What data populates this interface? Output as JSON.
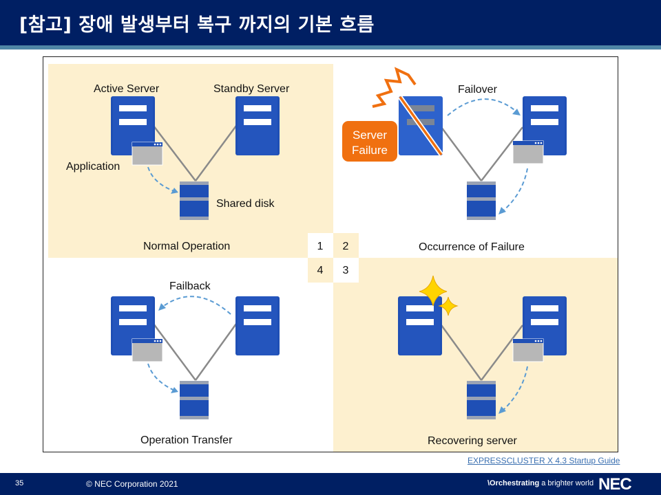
{
  "header": {
    "title": "[참고] 장애 발생부터 복구 까지의 기본 흐름"
  },
  "panels": {
    "p1": {
      "caption": "Normal Operation",
      "active_label": "Active Server",
      "standby_label": "Standby Server",
      "application_label": "Application",
      "disk_label": "Shared disk"
    },
    "p2": {
      "caption": "Occurrence of Failure",
      "failover_label": "Failover",
      "failure_badge_line1": "Server",
      "failure_badge_line2": "Failure"
    },
    "p3": {
      "caption": "Recovering server"
    },
    "p4": {
      "caption": "Operation Transfer",
      "failback_label": "Failback"
    }
  },
  "grid_numbers": {
    "n1": "1",
    "n2": "2",
    "n3": "3",
    "n4": "4"
  },
  "colors": {
    "header_bg": "#001f63",
    "panel_highlight": "#fdf0cf",
    "server_blue": "#1f4fb5",
    "failure_orange": "#f07010",
    "arrow_dashed": "#5a9bd3",
    "sparkle": "#ffd400"
  },
  "icons": [
    "server-icon",
    "shared-disk-icon",
    "application-window-icon",
    "lightning-icon",
    "sparkle-icon"
  ],
  "footer": {
    "page_number": "35",
    "copyright": "© NEC Corporation 2021",
    "tagline_prefix": "\\Orchestrating",
    "tagline_suffix": " a brighter world",
    "logo": "NEC"
  },
  "source_link": "EXPRESSCLUSTER X 4.3 Startup Guide"
}
